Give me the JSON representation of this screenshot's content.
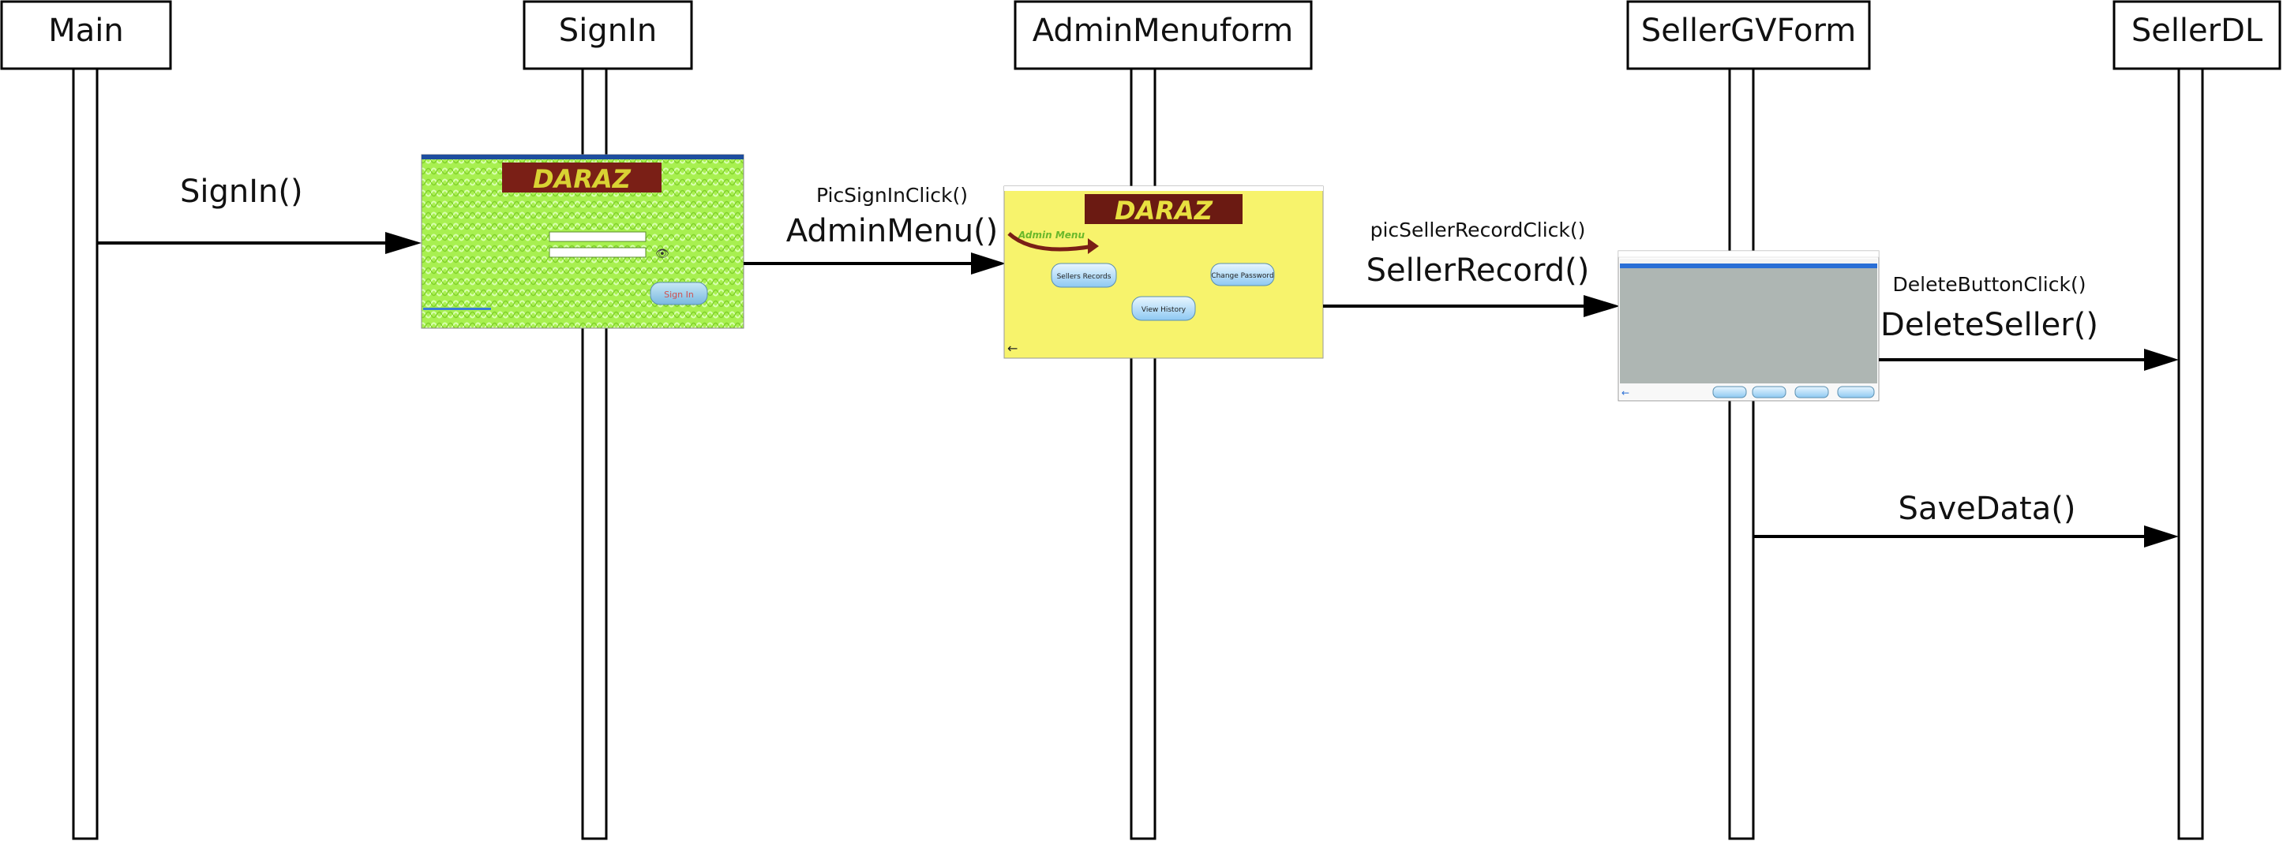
{
  "diagram": {
    "participants": [
      {
        "id": "main",
        "name": "Main"
      },
      {
        "id": "signin",
        "name": "SignIn"
      },
      {
        "id": "adminmenu",
        "name": "AdminMenuform"
      },
      {
        "id": "sellergv",
        "name": "SellerGVForm"
      },
      {
        "id": "sellerdl",
        "name": "SellerDL"
      }
    ],
    "messages": [
      {
        "id": "m1",
        "from": "main",
        "to": "signin",
        "label": "SignIn()",
        "caption": ""
      },
      {
        "id": "m2",
        "from": "signin",
        "to": "adminmenu",
        "label": "AdminMenu()",
        "caption": "PicSignInClick()"
      },
      {
        "id": "m3",
        "from": "adminmenu",
        "to": "sellergv",
        "label": "SellerRecord()",
        "caption": "picSellerRecordClick()"
      },
      {
        "id": "m4",
        "from": "sellergv",
        "to": "sellerdl",
        "label": "DeleteSeller()",
        "caption": "DeleteButtonClick()"
      },
      {
        "id": "m5",
        "from": "sellergv",
        "to": "sellerdl",
        "label": "SaveData()",
        "caption": ""
      }
    ],
    "screens": {
      "signin": {
        "brand": "DARAZ",
        "button": "Sign In",
        "bg": "#a8f050",
        "brand_bg": "#7a1f16",
        "brand_color": "#d9d233"
      },
      "adminmenu": {
        "brand": "DARAZ",
        "title": "Admin Menu",
        "buttons": [
          "Sellers Records",
          "Change Password",
          "View History"
        ],
        "back": "←",
        "bg": "#f7f36c",
        "brand_bg": "#6b1a12",
        "brand_color": "#e8e040"
      },
      "sellergv": {
        "columns": [
          "",
          "",
          "",
          ""
        ],
        "buttons": [
          "",
          "",
          "",
          ""
        ],
        "back": "←",
        "grid_bg": "#aeb6b3"
      }
    }
  }
}
